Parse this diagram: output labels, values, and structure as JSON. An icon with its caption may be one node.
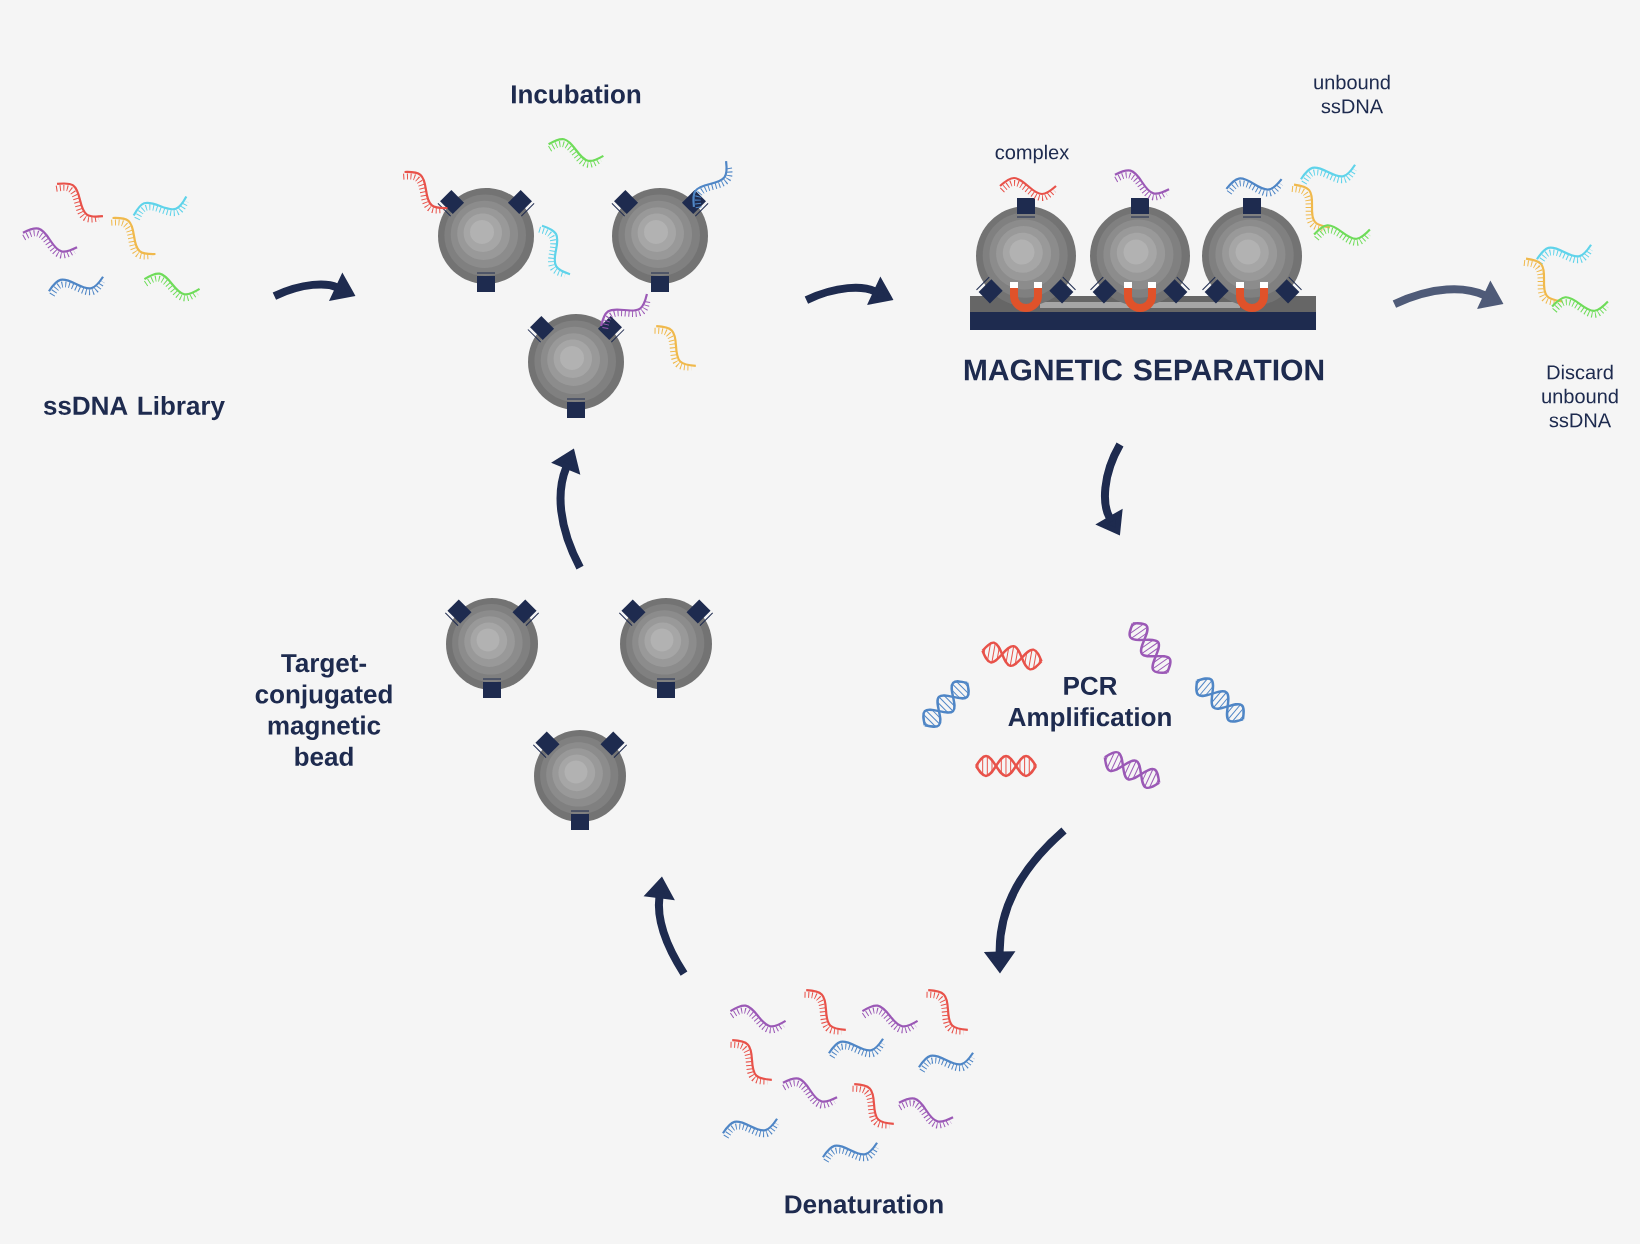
{
  "diagram": {
    "nodes": [
      {
        "text": [
          "ssDNA Library"
        ]
      },
      {
        "text": [
          "Incubation"
        ]
      },
      {
        "text": [
          "complex",
          "unbound ssDNA",
          "MAGNETIC SEPARATION"
        ]
      },
      {
        "text": [
          "Discard unbound ssDNA"
        ]
      },
      {
        "text": [
          "PCR Amplification"
        ]
      },
      {
        "text": [
          "Denaturation"
        ]
      },
      {
        "text": [
          "Target-conjugated magnetic bead"
        ]
      }
    ],
    "edges": [
      {
        "from": 0,
        "to": 1,
        "arrow": "to"
      },
      {
        "from": 1,
        "to": 2,
        "arrow": "to"
      },
      {
        "from": 2,
        "to": 3,
        "arrow": "to",
        "color": "#4f5b78"
      },
      {
        "from": 2,
        "to": 4,
        "arrow": "to"
      },
      {
        "from": 4,
        "to": 5,
        "arrow": "to"
      },
      {
        "from": 5,
        "to": 6,
        "arrow": "to"
      },
      {
        "from": 6,
        "to": 1,
        "arrow": "to"
      }
    ]
  }
}
